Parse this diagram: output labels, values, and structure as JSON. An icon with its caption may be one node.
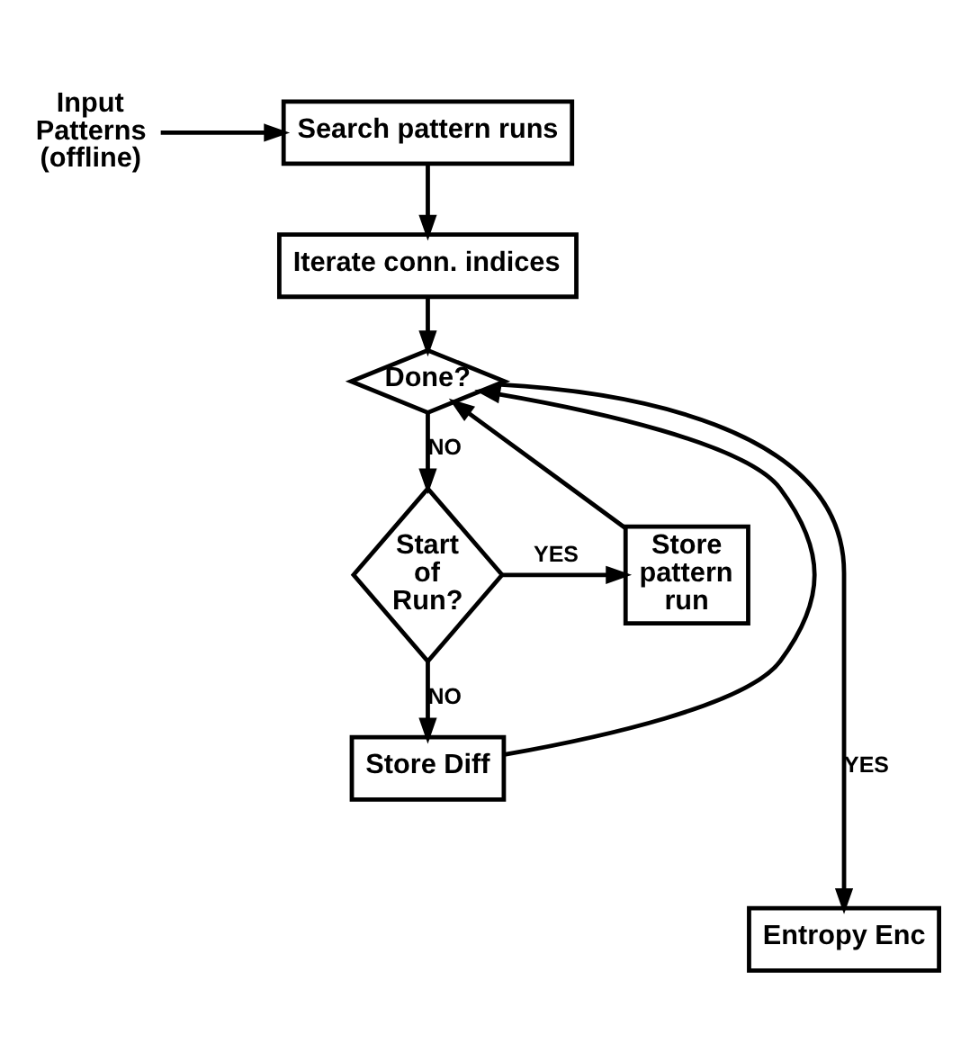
{
  "diagram": {
    "nodes": [
      {
        "text": [
          "Input Patterns (offline)"
        ]
      },
      {
        "text": [
          "Search pattern runs"
        ]
      },
      {
        "text": [
          "Iterate conn. indices"
        ]
      },
      {
        "text": [
          "Done?"
        ]
      },
      {
        "text": [
          "Start of Run?"
        ]
      },
      {
        "text": [
          "Store pattern run"
        ]
      },
      {
        "text": [
          "Store Diff"
        ]
      },
      {
        "text": [
          "Entropy Enc"
        ]
      }
    ],
    "edges": [
      {
        "from": 0,
        "to": 1,
        "arrow": "to"
      },
      {
        "from": 1,
        "to": 2,
        "arrow": "to"
      },
      {
        "from": 2,
        "to": 3,
        "arrow": "to"
      },
      {
        "from": 3,
        "to": 7,
        "arrow": "to",
        "label": "YES"
      },
      {
        "from": 3,
        "to": 4,
        "arrow": "to",
        "label": "NO"
      },
      {
        "from": 4,
        "to": 5,
        "arrow": "to",
        "label": "YES"
      },
      {
        "from": 4,
        "to": 6,
        "arrow": "to",
        "label": "NO"
      },
      {
        "from": 5,
        "to": 3,
        "arrow": "to"
      },
      {
        "from": 6,
        "to": 3,
        "arrow": "to"
      }
    ]
  }
}
